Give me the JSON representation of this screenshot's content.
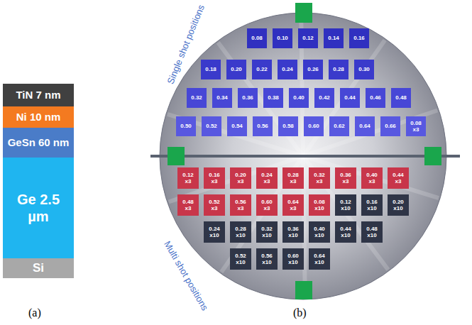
{
  "diagram": {
    "nodes": [
      {
        "text": [
          "TiN 7 nm"
        ]
      },
      {
        "text": [
          "Ni 10 nm"
        ]
      },
      {
        "text": [
          "GeSn 60 nm"
        ]
      },
      {
        "text": [
          "Ge 2.5 µm"
        ]
      },
      {
        "text": [
          "Si"
        ]
      },
      {
        "text": [
          "0.08"
        ]
      },
      {
        "text": [
          "0.10"
        ]
      },
      {
        "text": [
          "0.12"
        ]
      },
      {
        "text": [
          "0.14"
        ]
      },
      {
        "text": [
          "0.16"
        ]
      },
      {
        "text": [
          "0.18"
        ]
      },
      {
        "text": [
          "0.20"
        ]
      },
      {
        "text": [
          "0.22"
        ]
      },
      {
        "text": [
          "0.24"
        ]
      },
      {
        "text": [
          "0.26"
        ]
      },
      {
        "text": [
          "0.28"
        ]
      },
      {
        "text": [
          "0.30"
        ]
      },
      {
        "text": [
          "0.32"
        ]
      },
      {
        "text": [
          "0.34"
        ]
      },
      {
        "text": [
          "0.36"
        ]
      },
      {
        "text": [
          "0.38"
        ]
      },
      {
        "text": [
          "0.40"
        ]
      },
      {
        "text": [
          "0.42"
        ]
      },
      {
        "text": [
          "0.44"
        ]
      },
      {
        "text": [
          "0.46"
        ]
      },
      {
        "text": [
          "0.48"
        ]
      },
      {
        "text": [
          "0.50"
        ]
      },
      {
        "text": [
          "0.52"
        ]
      },
      {
        "text": [
          "0.54"
        ]
      },
      {
        "text": [
          "0.56"
        ]
      },
      {
        "text": [
          "0.58"
        ]
      },
      {
        "text": [
          "0.60"
        ]
      },
      {
        "text": [
          "0.62"
        ]
      },
      {
        "text": [
          "0.64"
        ]
      },
      {
        "text": [
          "0.66"
        ]
      },
      {
        "text": [
          "0.08 x3"
        ]
      },
      {
        "text": [
          "0.12 x3"
        ]
      },
      {
        "text": [
          "0.16 x3"
        ]
      },
      {
        "text": [
          "0.20 x3"
        ]
      },
      {
        "text": [
          "0.24 x3"
        ]
      },
      {
        "text": [
          "0.28 x3"
        ]
      },
      {
        "text": [
          "0.32 x3"
        ]
      },
      {
        "text": [
          "0.36 x3"
        ]
      },
      {
        "text": [
          "0.40 x3"
        ]
      },
      {
        "text": [
          "0.44 x3"
        ]
      },
      {
        "text": [
          "0.48 x3"
        ]
      },
      {
        "text": [
          "0.52 x3"
        ]
      },
      {
        "text": [
          "0.56 x3"
        ]
      },
      {
        "text": [
          "0.60 x3"
        ]
      },
      {
        "text": [
          "0.64 x3"
        ]
      },
      {
        "text": [
          "0.08 x10"
        ]
      },
      {
        "text": [
          "0.12 x10"
        ]
      },
      {
        "text": [
          "0.16 x10"
        ]
      },
      {
        "text": [
          "0.20 x10"
        ]
      },
      {
        "text": [
          "0.24 x10"
        ]
      },
      {
        "text": [
          "0.28 x10"
        ]
      },
      {
        "text": [
          "0.32 x10"
        ]
      },
      {
        "text": [
          "0.36 x10"
        ]
      },
      {
        "text": [
          "0.40 x10"
        ]
      },
      {
        "text": [
          "0.44 x10"
        ]
      },
      {
        "text": [
          "0.48 x10"
        ]
      },
      {
        "text": [
          "0.52 x10"
        ]
      },
      {
        "text": [
          "0.56 x10"
        ]
      },
      {
        "text": [
          "0.60 x10"
        ]
      },
      {
        "text": [
          "0.64 x10"
        ]
      }
    ],
    "labels": [
      "(a)",
      "(b)",
      "Single shot positions",
      "Multi shot positions"
    ]
  }
}
